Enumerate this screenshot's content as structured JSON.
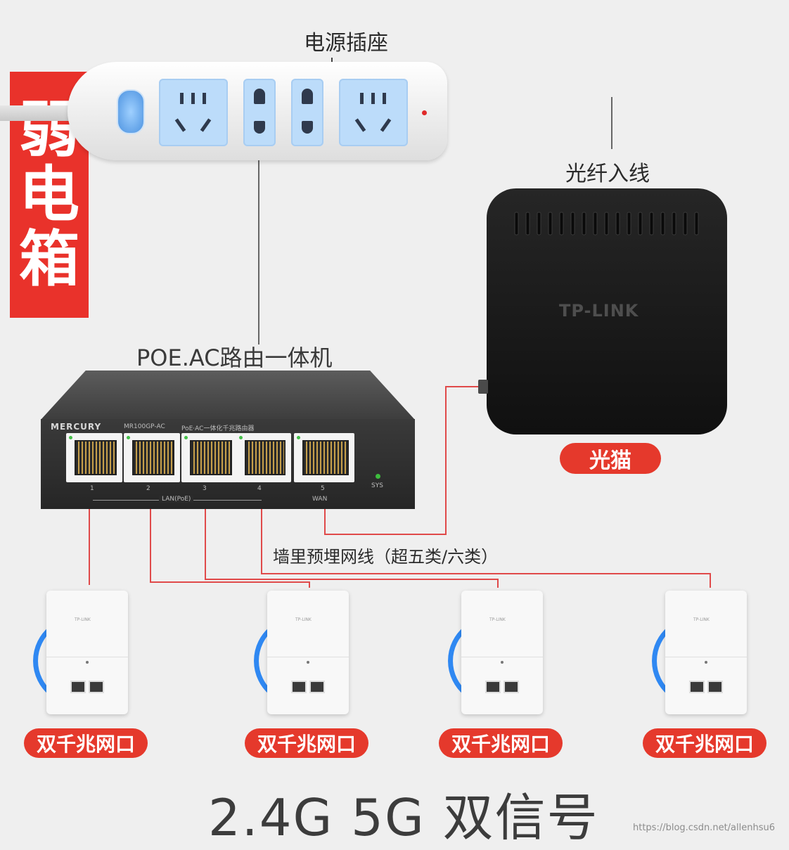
{
  "banner": {
    "chars": [
      "弱",
      "电",
      "箱"
    ]
  },
  "labels": {
    "power_strip": "电源插座",
    "fiber_in": "光纤入线",
    "router": "POE.AC路由一体机",
    "cable": "墙里预埋网线（超五类/六类）"
  },
  "router": {
    "brand": "MERCURY",
    "model": "MR100GP-AC",
    "description": "PoE·AC一体化千兆路由器",
    "port_numbers": [
      "1",
      "2",
      "3",
      "4",
      "5"
    ],
    "lan_label": "LAN(PoE)",
    "wan_label": "WAN",
    "sys_label": "SYS"
  },
  "modem": {
    "brand": "TP-LINK",
    "label": "光猫"
  },
  "access_points": [
    {
      "brand": "TP-LINK",
      "label": "双千兆网口"
    },
    {
      "brand": "TP-LINK",
      "label": "双千兆网口"
    },
    {
      "brand": "TP-LINK",
      "label": "双千兆网口"
    },
    {
      "brand": "TP-LINK",
      "label": "双千兆网口"
    }
  ],
  "footer": "2.4G 5G 双信号",
  "watermark": "https://blog.csdn.net/allenhsu6",
  "colors": {
    "accent_red": "#e5392c",
    "cable_red": "#e04a4a",
    "wifi_blue": "#2f88f2"
  }
}
